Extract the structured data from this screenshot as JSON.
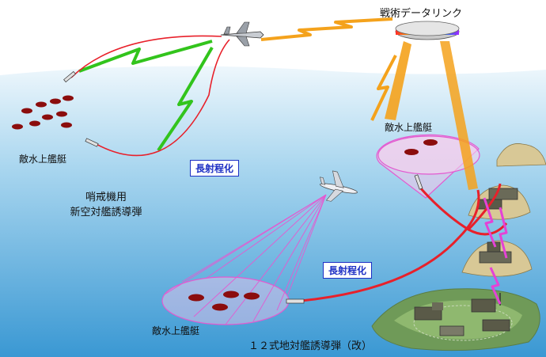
{
  "labels": {
    "datalink": "戦術データリンク",
    "enemy_ships_left": "敵水上艦艇",
    "enemy_ships_right": "敵水上艦艇",
    "enemy_ships_bottom": "敵水上艦艇",
    "new_missile_line1": "哨戒機用",
    "new_missile_line2": "新空対艦誘導弾",
    "range_extension_top": "長射程化",
    "range_extension_bottom": "長射程化",
    "ground_missile": "１２式地対艦誘導弾（改）"
  },
  "colors": {
    "sea_top": "#e8f4fb",
    "sea_bottom": "#3f9ed7",
    "green_link": "#32c41c",
    "orange_link": "#f4a21c",
    "red_trajectory": "#e8202a",
    "magenta_link": "#e442d6",
    "radar_cone": "#e35ad0",
    "badge_text": "#1d2fc4",
    "ship_fill": "#8b0d0d",
    "terrain": "#d8c896"
  }
}
